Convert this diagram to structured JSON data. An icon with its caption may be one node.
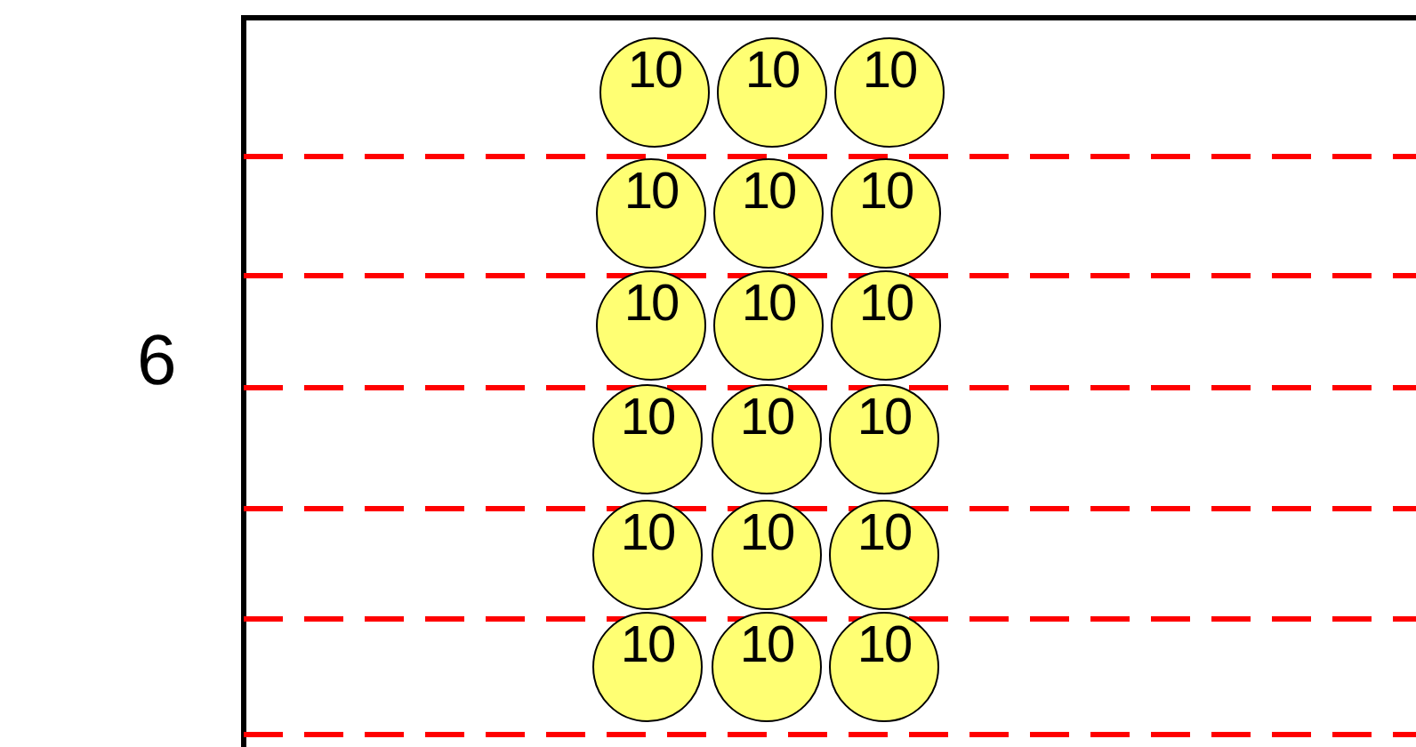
{
  "diagram": {
    "nodes": [
      {
        "text": [
          "10"
        ]
      },
      {
        "text": [
          "10"
        ]
      },
      {
        "text": [
          "10"
        ]
      },
      {
        "text": [
          "10"
        ]
      },
      {
        "text": [
          "10"
        ]
      },
      {
        "text": [
          "10"
        ]
      },
      {
        "text": [
          "10"
        ]
      },
      {
        "text": [
          "10"
        ]
      },
      {
        "text": [
          "10"
        ]
      },
      {
        "text": [
          "10"
        ]
      },
      {
        "text": [
          "10"
        ]
      },
      {
        "text": [
          "10"
        ]
      },
      {
        "text": [
          "10"
        ]
      },
      {
        "text": [
          "10"
        ]
      },
      {
        "text": [
          "10"
        ]
      },
      {
        "text": [
          "10"
        ]
      },
      {
        "text": [
          "10"
        ]
      },
      {
        "text": [
          "10"
        ]
      }
    ],
    "labels": [
      "6"
    ]
  }
}
